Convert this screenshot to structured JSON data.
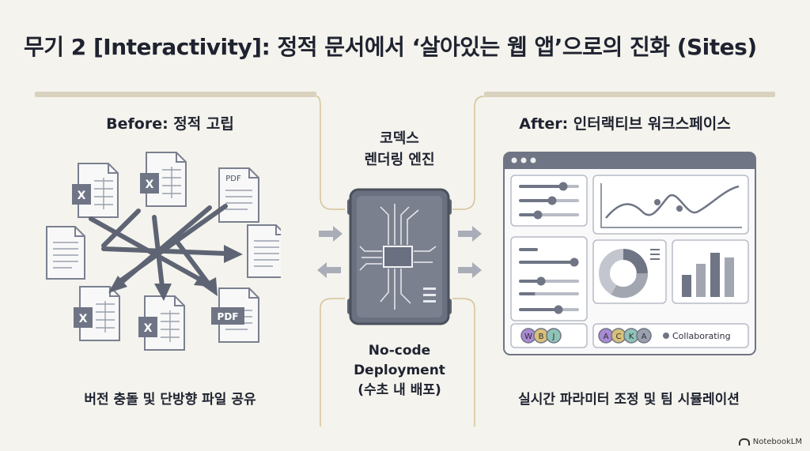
{
  "title": "무기 2 [Interactivity]: 정적 문서에서 ‘살아있는 웹 앱’으로의 진화 (Sites)",
  "before": {
    "heading": "Before: 정적 고립",
    "caption": "버전 충돌 및 단방향 파일 공유",
    "file_labels": {
      "excel": "X",
      "pdf": "PDF"
    }
  },
  "engine": {
    "label_line1": "코덱스",
    "label_line2": "렌더링 엔진",
    "sub_line1": "No-code",
    "sub_line2": "Deployment",
    "sub_line3": "(수초 내 배포)"
  },
  "after": {
    "heading": "After: 인터랙티브 워크스페이스",
    "caption": "실시간 파라미터 조정 및 팀 시뮬레이션",
    "avatars_left": [
      "W",
      "B",
      "J"
    ],
    "avatars_right": [
      "A",
      "C",
      "K",
      "A"
    ],
    "status": "Collaborating"
  },
  "brand": "NotebookLM",
  "colors": {
    "background": "#f4f3ed",
    "text": "#1f2330",
    "rule": "#d9d2bf",
    "connector": "#d6c39a",
    "icon_gray": "#6f7585",
    "avatar_purple": "#a98ad3",
    "avatar_gold": "#d8c07a",
    "avatar_teal": "#8fc3b6"
  }
}
